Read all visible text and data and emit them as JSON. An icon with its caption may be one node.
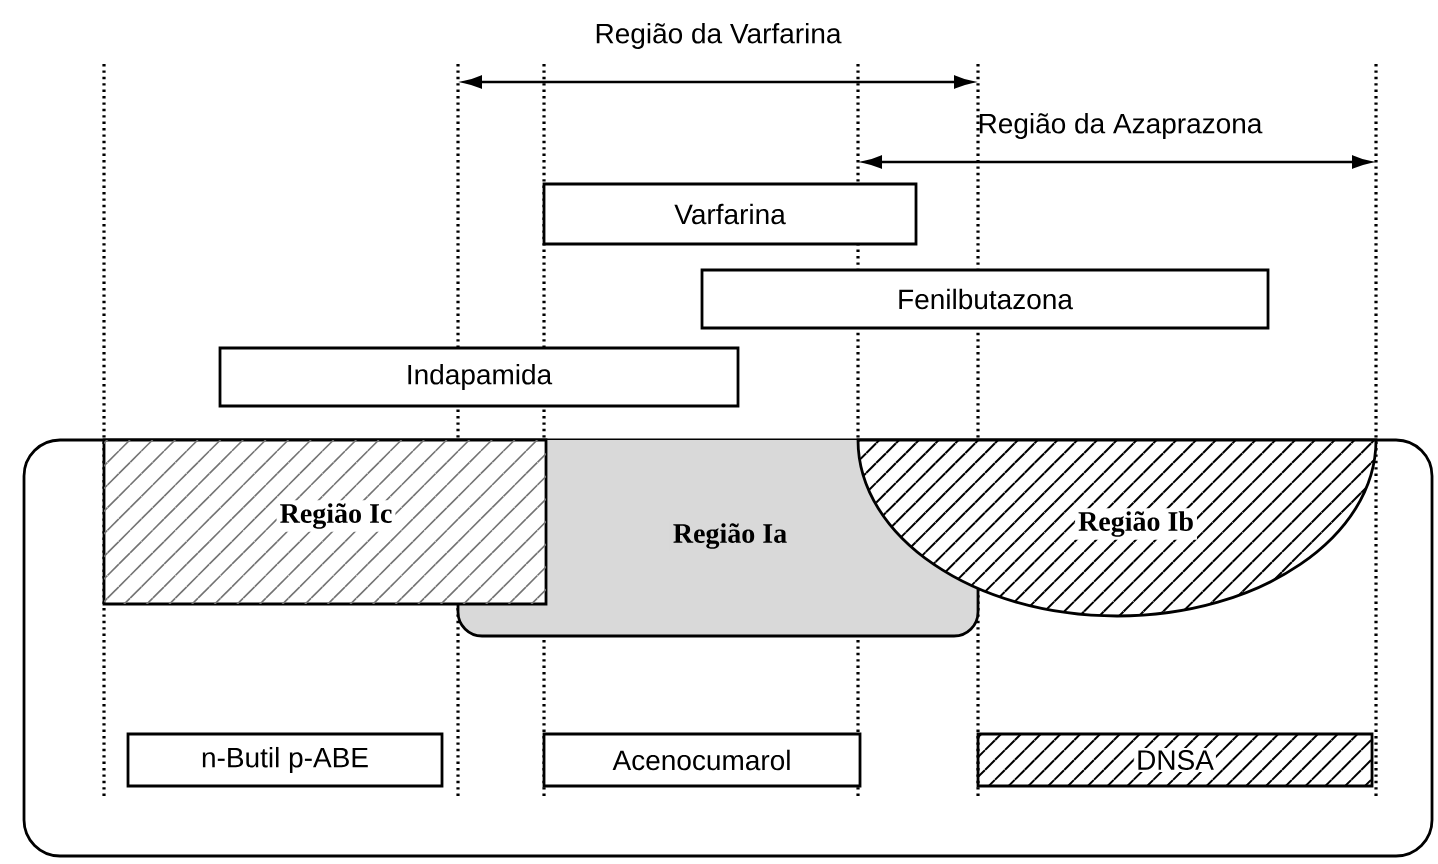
{
  "diagram": {
    "nodes": [
      {
        "text": [
          "Varfarina"
        ]
      },
      {
        "text": [
          "Fenilbutazona"
        ]
      },
      {
        "text": [
          "Indapamida"
        ]
      },
      {
        "text": [],
        "shape": "box"
      },
      {
        "text": [
          "Região Ic"
        ],
        "in": 3
      },
      {
        "text": [
          "Região Ia"
        ],
        "in": 3
      },
      {
        "text": [
          "Região Ib"
        ],
        "in": 3
      },
      {
        "text": [
          "n-Butil p-ABE"
        ],
        "in": 3
      },
      {
        "text": [
          "Acenocumarol"
        ],
        "in": 3
      },
      {
        "text": [
          "DNSA"
        ],
        "in": 3
      }
    ],
    "labels": [
      "Região da Varfarina",
      "Região da Azaprazona"
    ]
  }
}
